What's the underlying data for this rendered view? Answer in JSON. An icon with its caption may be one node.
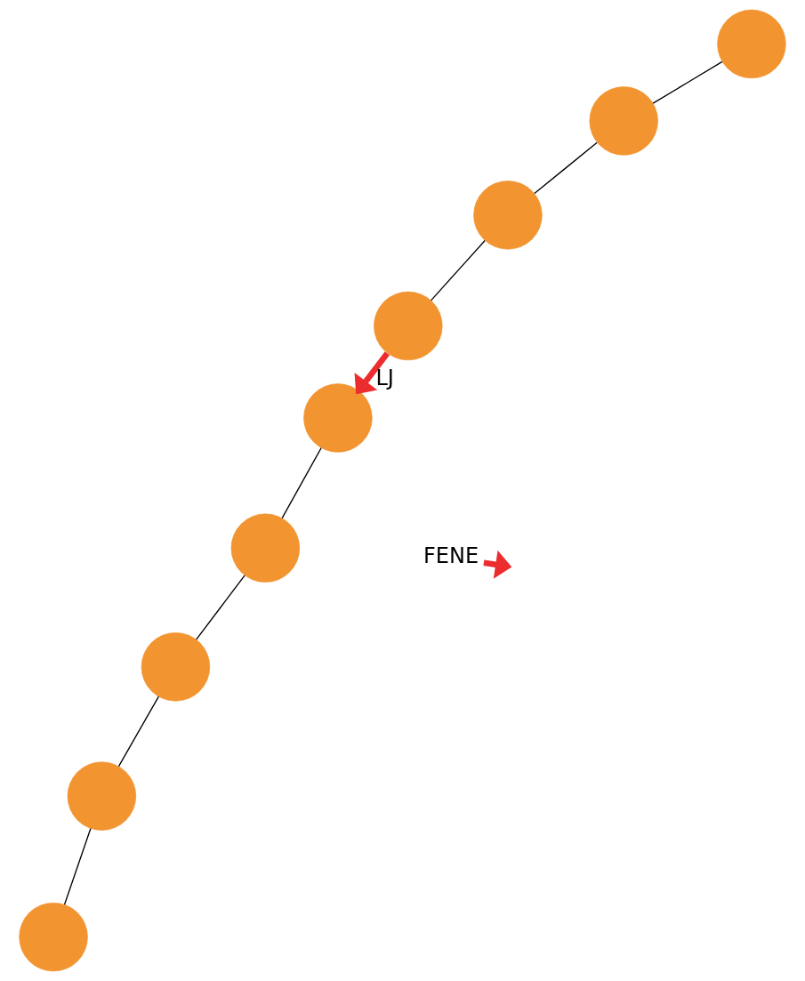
{
  "diagram": {
    "nodes": [
      {
        "text": [],
        "shape": "circle"
      },
      {
        "text": [],
        "shape": "circle"
      },
      {
        "text": [],
        "shape": "circle"
      },
      {
        "text": [
          "FENE"
        ]
      },
      {
        "text": [],
        "shape": "circle"
      },
      {
        "text": [],
        "shape": "circle"
      },
      {
        "text": [],
        "shape": "circle"
      },
      {
        "text": [],
        "shape": "circle"
      },
      {
        "text": [],
        "shape": "circle"
      },
      {
        "text": [],
        "shape": "circle"
      }
    ],
    "edges": [
      {
        "from": 1,
        "to": 4,
        "arrow": "none"
      },
      {
        "from": 4,
        "to": 6,
        "arrow": "none"
      },
      {
        "from": 6,
        "to": 8,
        "arrow": "none"
      },
      {
        "from": 0,
        "to": 2,
        "arrow": "none"
      },
      {
        "from": 2,
        "to": 5,
        "arrow": "none"
      },
      {
        "from": 5,
        "to": 7,
        "arrow": "none"
      },
      {
        "from": 7,
        "to": 9,
        "arrow": "none"
      },
      {
        "from": 1,
        "to": 0,
        "arrow": "to",
        "label": "LJ",
        "style": "thick",
        "color": "#ec2d30"
      },
      {
        "from": 3,
        "to": null,
        "arrow": "to",
        "style": "thick",
        "color": "#ec2d30"
      }
    ]
  }
}
